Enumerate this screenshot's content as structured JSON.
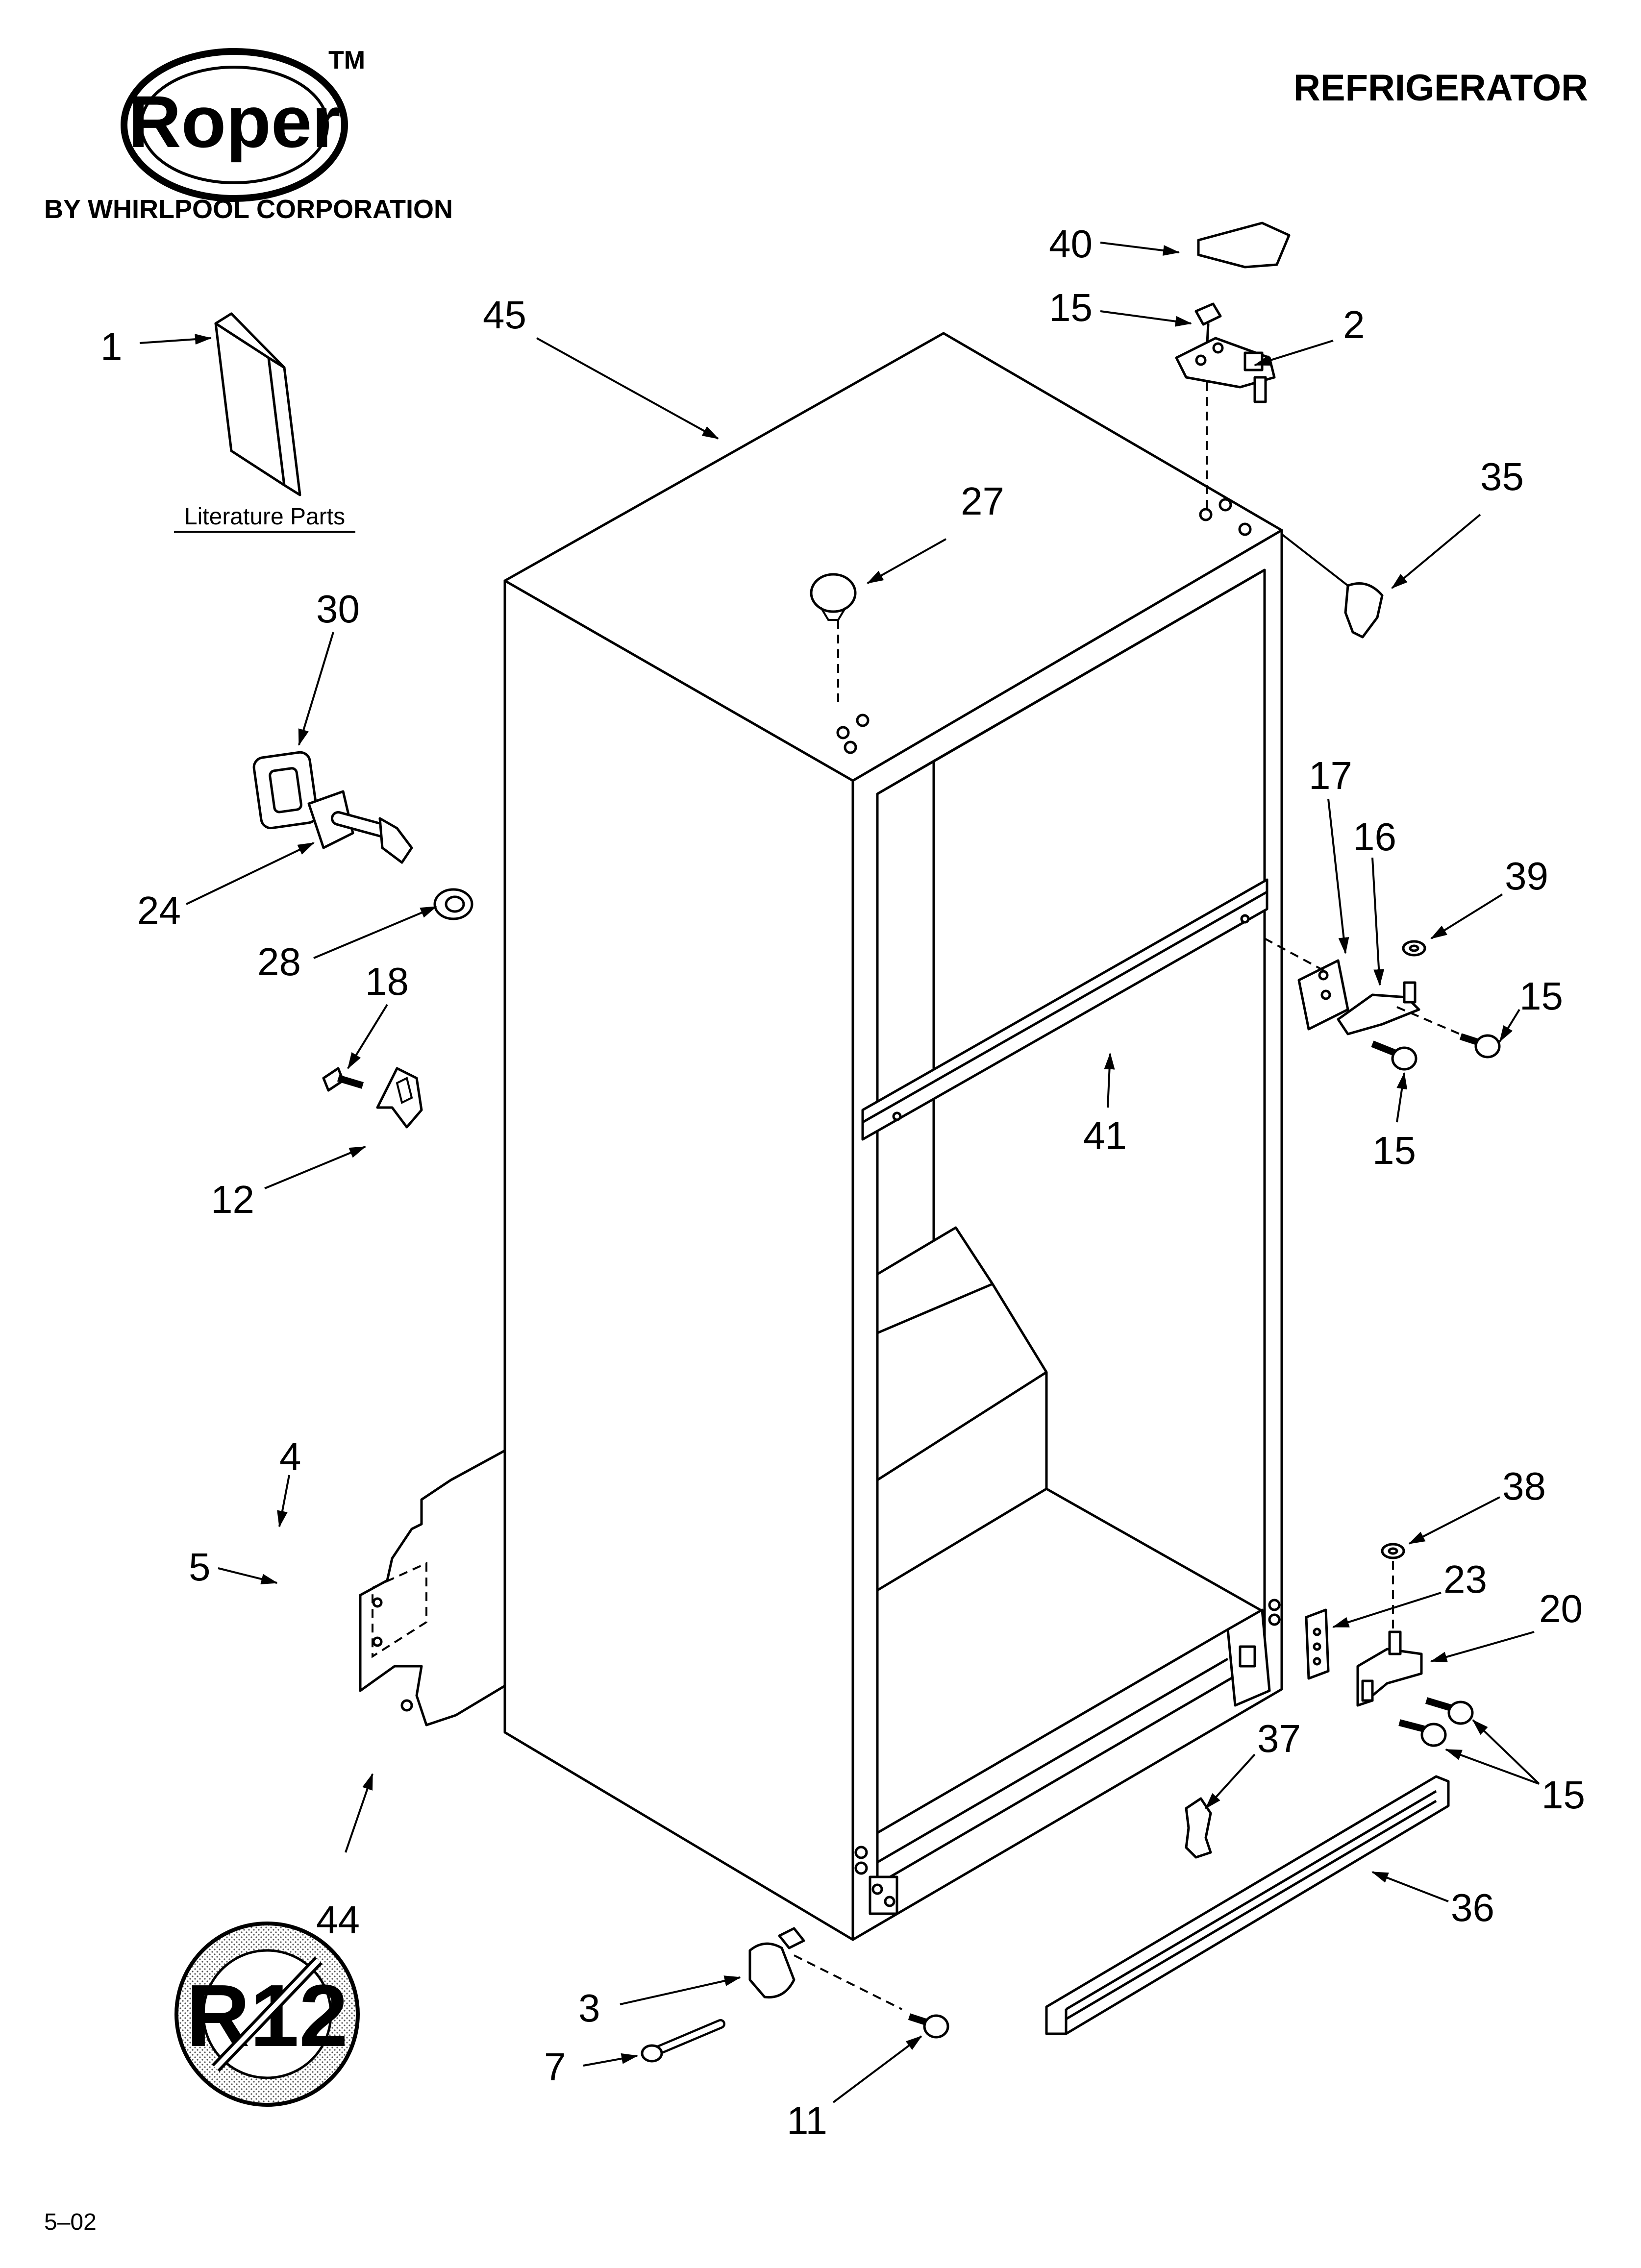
{
  "header": {
    "brand": "Roper",
    "trademark": "TM",
    "brand_subtitle": "BY WHIRLPOOL CORPORATION",
    "title": "REFRIGERATOR"
  },
  "literature_label": "Literature Parts",
  "r12_symbol": "R12",
  "footer": {
    "date_code": "5–02"
  },
  "callouts": {
    "c40": "40",
    "c15a": "15",
    "c2": "2",
    "c45": "45",
    "c1": "1",
    "c27": "27",
    "c35": "35",
    "c30": "30",
    "c17": "17",
    "c16": "16",
    "c39": "39",
    "c24": "24",
    "c15b": "15",
    "c28": "28",
    "c18": "18",
    "c41": "41",
    "c15c": "15",
    "c12": "12",
    "c38": "38",
    "c4": "4",
    "c23": "23",
    "c20": "20",
    "c5": "5",
    "c37": "37",
    "c15d": "15",
    "c36": "36",
    "c44": "44",
    "c3": "3",
    "c7": "7",
    "c11": "11"
  }
}
